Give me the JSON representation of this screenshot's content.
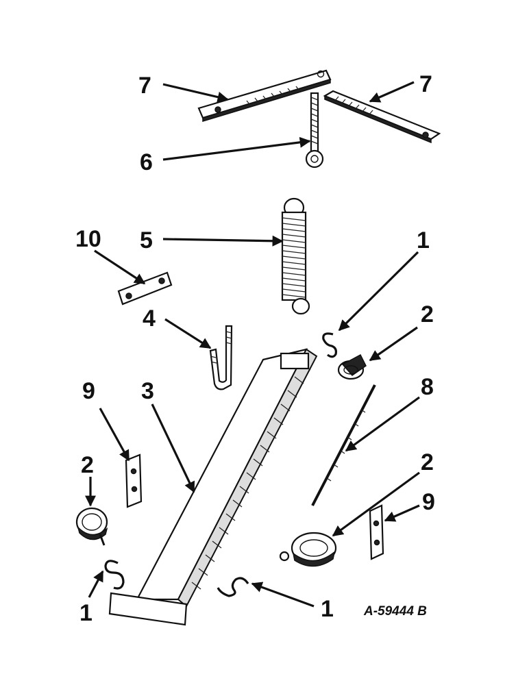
{
  "figure": {
    "figure_number": "A-59444 B",
    "colors": {
      "ink": "#111111",
      "paper": "#ffffff"
    },
    "callouts": [
      {
        "id": "c7a",
        "label": "7"
      },
      {
        "id": "c7b",
        "label": "7"
      },
      {
        "id": "c6",
        "label": "6"
      },
      {
        "id": "c10",
        "label": "10"
      },
      {
        "id": "c5",
        "label": "5"
      },
      {
        "id": "c1a",
        "label": "1"
      },
      {
        "id": "c2a",
        "label": "2"
      },
      {
        "id": "c4",
        "label": "4"
      },
      {
        "id": "c9a",
        "label": "9"
      },
      {
        "id": "c3",
        "label": "3"
      },
      {
        "id": "c8",
        "label": "8"
      },
      {
        "id": "c2b",
        "label": "2"
      },
      {
        "id": "c2c",
        "label": "2"
      },
      {
        "id": "c9b",
        "label": "9"
      },
      {
        "id": "c1b",
        "label": "1"
      },
      {
        "id": "c1c",
        "label": "1"
      }
    ]
  }
}
